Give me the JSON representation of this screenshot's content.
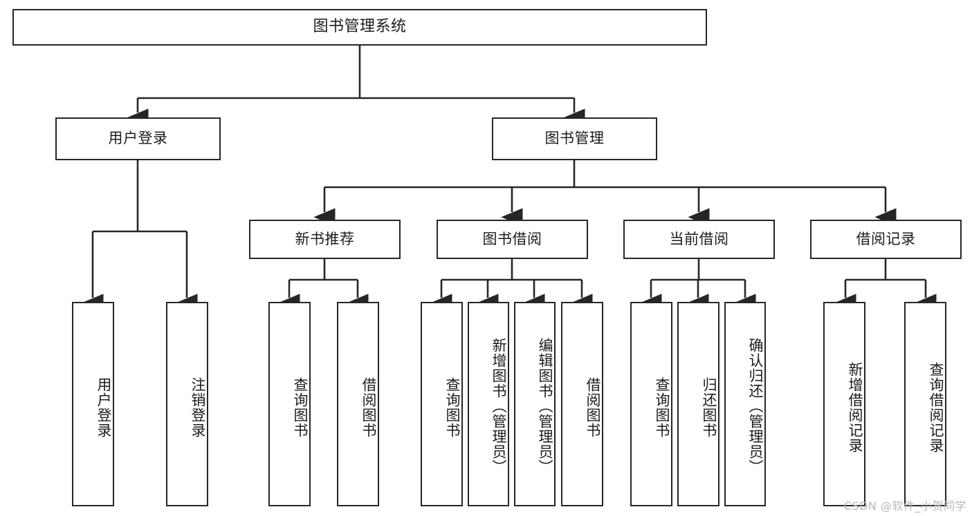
{
  "diagram": {
    "title": "图书管理系统",
    "watermark": "CSDN @软件_小贺同学",
    "colors": {
      "box_border": "#262626",
      "box_fill": "#ffffff",
      "connector": "#262626",
      "text": "#1b1b1b",
      "watermark": "#b9b9b9",
      "background": "#ffffff"
    },
    "root": {
      "label": "图书管理系统"
    },
    "level1": [
      {
        "label": "用户登录"
      },
      {
        "label": "图书管理"
      }
    ],
    "level2": [
      {
        "label": "新书推荐"
      },
      {
        "label": "图书借阅"
      },
      {
        "label": "当前借阅"
      },
      {
        "label": "借阅记录"
      }
    ],
    "leaves": {
      "user_login": [
        {
          "label": "用户登录"
        },
        {
          "label": "注销登录"
        }
      ],
      "new_book_recommend": [
        {
          "label": "查询图书"
        },
        {
          "label": "借阅图书"
        }
      ],
      "book_borrow": [
        {
          "label": "查询图书"
        },
        {
          "label": "新增图书（管理员）"
        },
        {
          "label": "编辑图书（管理员）"
        },
        {
          "label": "借阅图书"
        }
      ],
      "current_borrow": [
        {
          "label": "查询图书"
        },
        {
          "label": "归还图书"
        },
        {
          "label": "确认归还（管理员）"
        }
      ],
      "borrow_record": [
        {
          "label": "新增借阅记录"
        },
        {
          "label": "查询借阅记录"
        }
      ]
    }
  }
}
